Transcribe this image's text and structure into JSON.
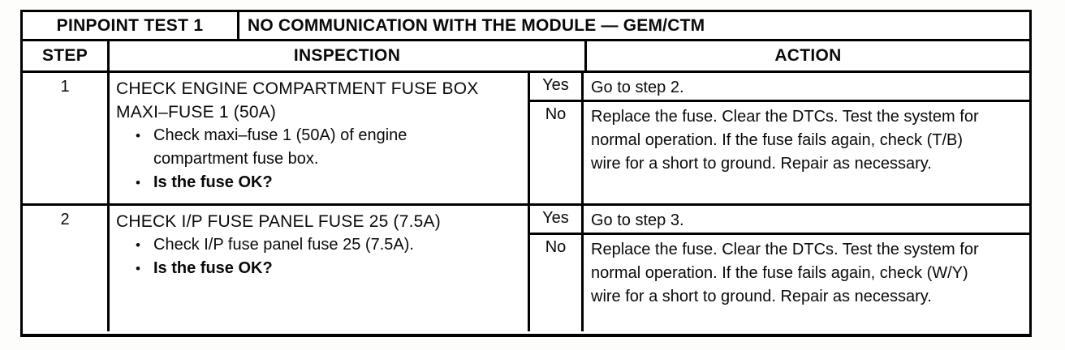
{
  "table": {
    "bullet_glyph": "•",
    "title": {
      "label": "PINPOINT TEST 1",
      "description": "NO COMMUNICATION WITH THE MODULE — GEM/CTM"
    },
    "headers": {
      "step": "STEP",
      "inspection": "INSPECTION",
      "action": "ACTION"
    },
    "rows": [
      {
        "step": "1",
        "inspection": {
          "heading": "CHECK ENGINE COMPARTMENT FUSE BOX MAXI–FUSE 1 (50A)",
          "bullet": "Check maxi–fuse 1 (50A) of engine compartment fuse box.",
          "question": "Is the fuse OK?"
        },
        "yes": {
          "label": "Yes",
          "action": "Go to step 2."
        },
        "no": {
          "label": "No",
          "action": "Replace the fuse. Clear the DTCs. Test the system for normal operation. If the fuse fails again, check (T/B) wire for a short to ground. Repair as necessary."
        }
      },
      {
        "step": "2",
        "inspection": {
          "heading": "CHECK I/P FUSE PANEL FUSE 25 (7.5A)",
          "bullet": "Check I/P fuse panel fuse 25 (7.5A).",
          "question": "Is the fuse OK?"
        },
        "yes": {
          "label": "Yes",
          "action": "Go to step 3."
        },
        "no": {
          "label": "No",
          "action": "Replace the fuse. Clear the DTCs. Test the system for normal operation. If the fuse fails again, check (W/Y) wire for a short to ground. Repair as necessary."
        }
      }
    ]
  }
}
